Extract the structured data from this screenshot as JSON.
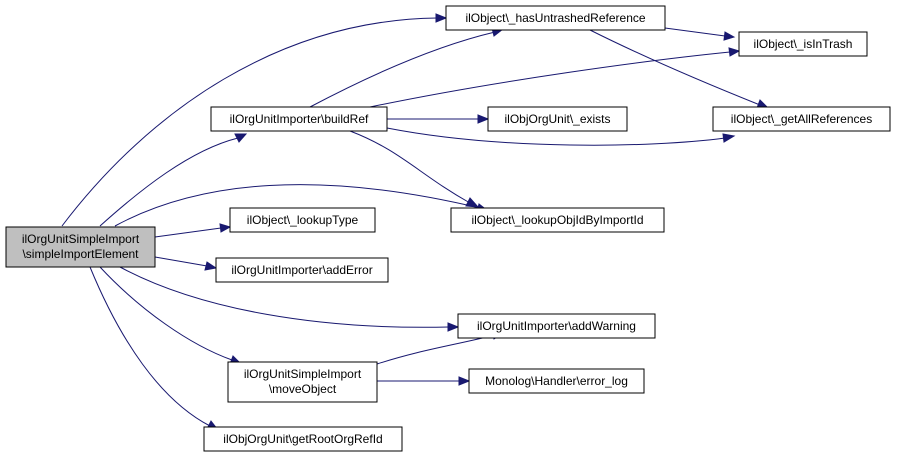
{
  "colors": {
    "edge": "#191970",
    "root_fill": "#bfbfbf",
    "node_fill": "#ffffff",
    "border": "#000000"
  },
  "nodes": {
    "root_line1": "ilOrgUnitSimpleImport",
    "root_line2": "\\simpleImportElement",
    "has_untrashed": "ilObject\\_hasUntrashedReference",
    "is_in_trash": "ilObject\\_isInTrash",
    "build_ref": "ilOrgUnitImporter\\buildRef",
    "exists": "ilObjOrgUnit\\_exists",
    "get_all_refs": "ilObject\\_getAllReferences",
    "lookup_type": "ilObject\\_lookupType",
    "lookup_obj_id": "ilObject\\_lookupObjIdByImportId",
    "add_error": "ilOrgUnitImporter\\addError",
    "add_warning": "ilOrgUnitImporter\\addWarning",
    "move_line1": "ilOrgUnitSimpleImport",
    "move_line2": "\\moveObject",
    "error_log": "Monolog\\Handler\\error_log",
    "get_root": "ilObjOrgUnit\\getRootOrgRefId"
  }
}
